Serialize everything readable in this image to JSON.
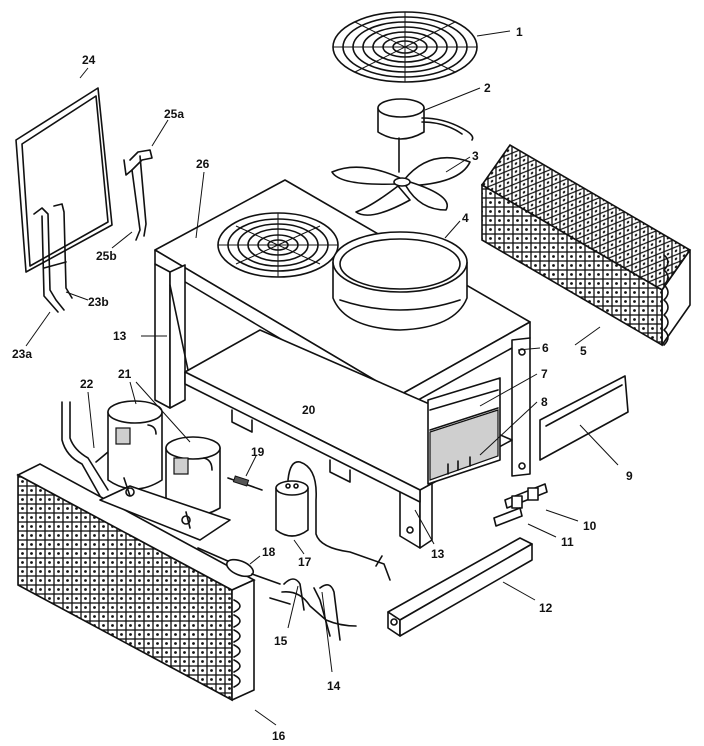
{
  "callouts": [
    "1",
    "2",
    "3",
    "4",
    "5",
    "6",
    "7",
    "8",
    "9",
    "10",
    "11",
    "12",
    "13",
    "13",
    "14",
    "15",
    "16",
    "17",
    "18",
    "19",
    "20",
    "21",
    "22",
    "23a",
    "23b",
    "24",
    "25a",
    "25b",
    "26"
  ],
  "parts": [
    "fan-guard",
    "fan-motor",
    "fan-blade",
    "fan-orifice",
    "condenser-coil-rear",
    "corner-post",
    "control-box",
    "control-panel",
    "access-panel",
    "service-valve",
    "fitting",
    "base-rail",
    "frame-post",
    "wiring-harness",
    "wire",
    "condenser-coil-front",
    "capacitor",
    "filter-drier",
    "tube",
    "base-pan",
    "compressor",
    "suction-line",
    "bracket",
    "panel-brace",
    "side-panel",
    "brace-rod",
    "top-panel"
  ]
}
